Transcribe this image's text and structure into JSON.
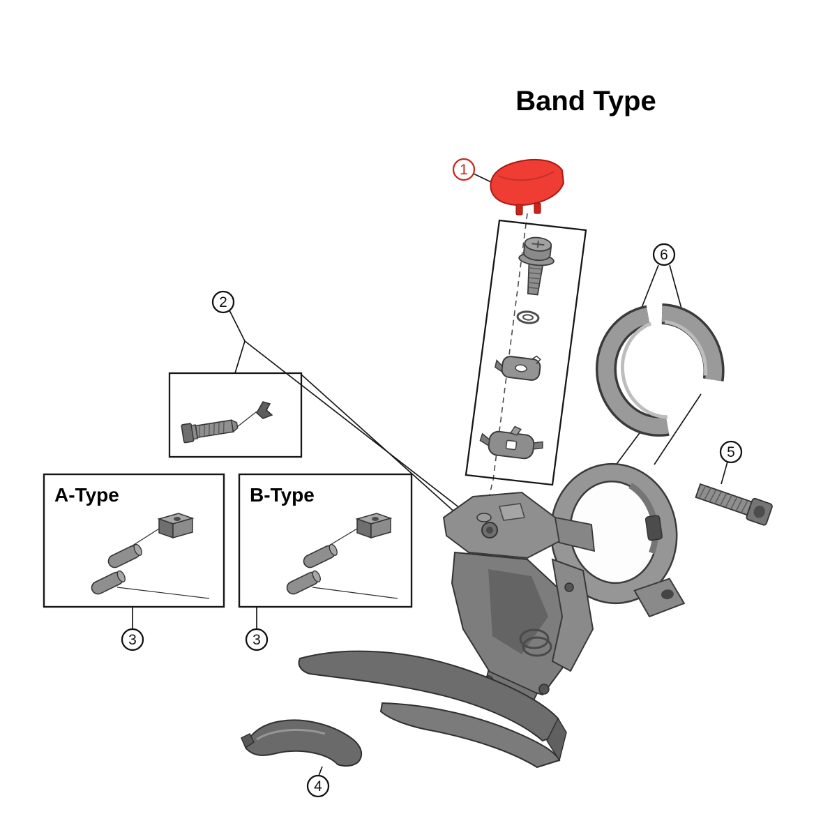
{
  "title": "Band Type",
  "labels": {
    "a_type": "A-Type",
    "b_type": "B-Type"
  },
  "callouts": {
    "c1": "1",
    "c2": "2",
    "c3a": "3",
    "c3b": "3",
    "c4": "4",
    "c5": "5",
    "c6": "6"
  },
  "colors": {
    "highlight_red": "#ef3d33",
    "highlight_red_dark": "#c9231a",
    "callout_highlight": "#c8281e",
    "part_gray": "#8f8f8f",
    "outline_dark": "#333333"
  }
}
